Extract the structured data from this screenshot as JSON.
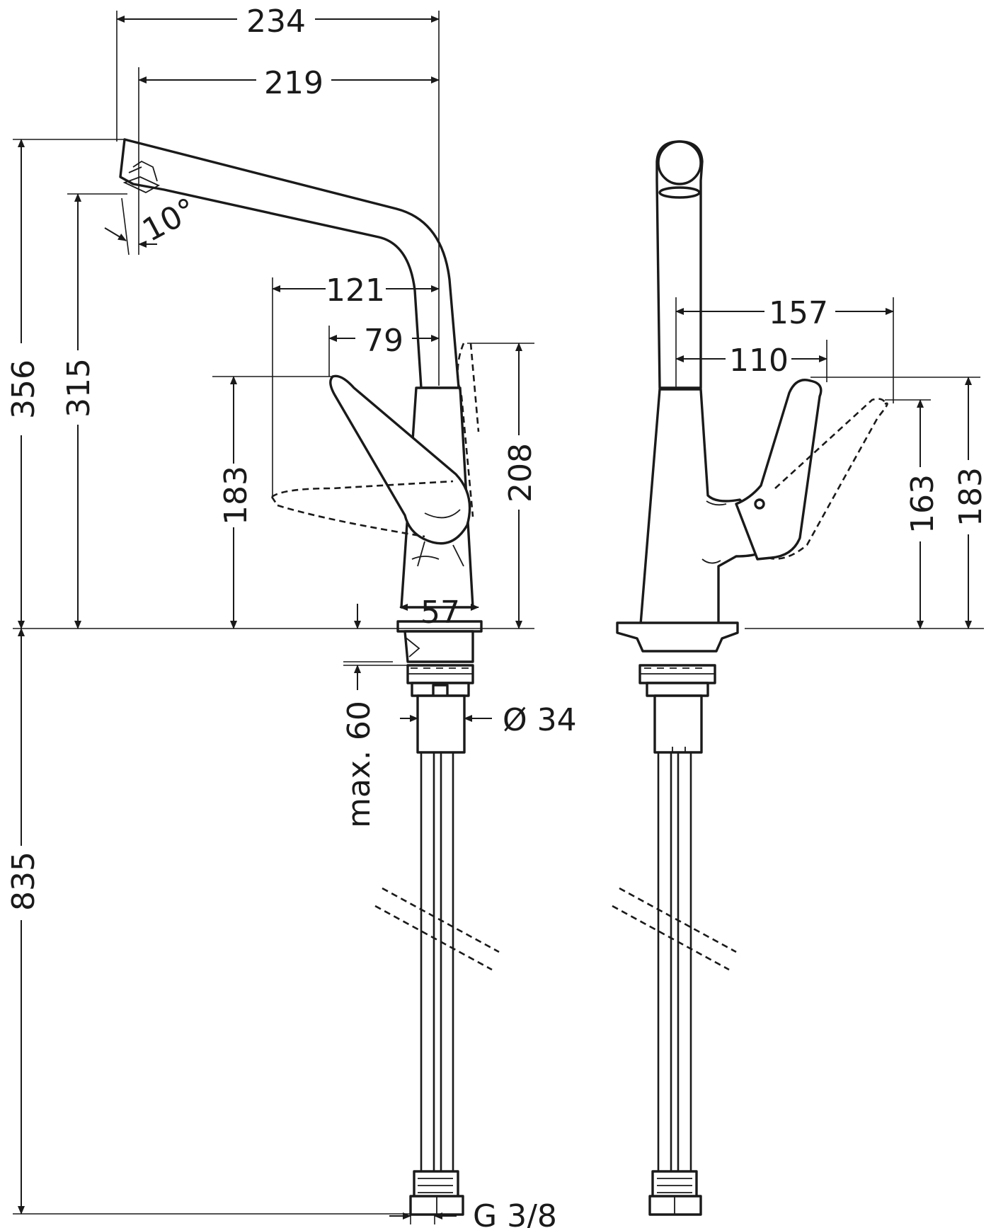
{
  "colors": {
    "line": "#1a1a1a",
    "background": "#ffffff"
  },
  "dimensions": {
    "overall_reach": "234",
    "spout_reach": "219",
    "spout_angle": "10°",
    "lever_swing": "121",
    "lever_reach": "79",
    "total_height": "356",
    "spout_height": "315",
    "lever_height_front": "183",
    "body_height": "208",
    "base_width": "57",
    "max_deck": "max. 60",
    "shank_diameter": "Ø 34",
    "hose_length": "835",
    "thread": "G 3/8",
    "side_lever_reach": "157",
    "side_lever_reach_open": "110",
    "side_lever_height_open": "163",
    "side_lever_height": "183"
  }
}
